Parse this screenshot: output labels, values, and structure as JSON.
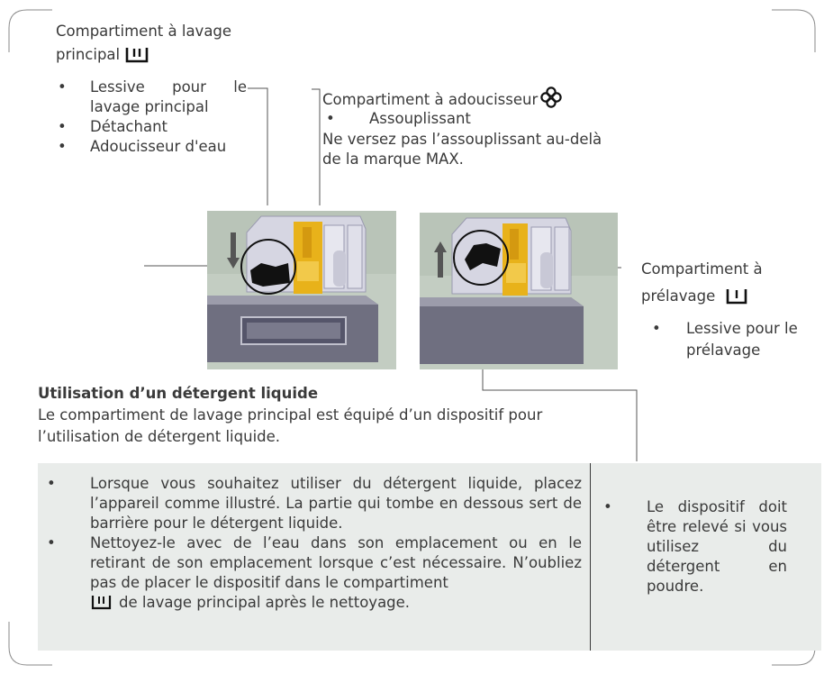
{
  "main_compartment": {
    "title": "Compartiment à lavage",
    "title2": "principal",
    "items": [
      "Lessive pour le lavage principal",
      "Détachant",
      "Adoucisseur d'eau"
    ],
    "icon": "main-wash-cup-icon"
  },
  "softener_compartment": {
    "title": "Compartiment à adoucisseur",
    "icon": "flower-softener-icon",
    "item": "Assouplissant",
    "note_line1": "Ne versez pas l’assouplissant  au-delà",
    "note_line2": "de la marque MAX."
  },
  "prewash_compartment": {
    "title": "Compartiment à",
    "title2": "prélavage",
    "icon": "prewash-cup-icon",
    "item_line1": "Lessive pour le",
    "item_line2": "prélavage"
  },
  "liquid_section": {
    "heading": "Utilisation d’un détergent liquide",
    "intro_line1": "Le compartiment de lavage principal est équipé d’un dispositif pour",
    "intro_line2": "l’utilisation de détergent liquide."
  },
  "table": {
    "left_bullets": [
      "Lorsque vous souhaitez utiliser du détergent liquide, placez l’appareil comme illustré. La partie qui tombe en dessous sert de barrière pour le détergent liquide.",
      "Nettoyez-le avec de l’eau dans son emplacement ou en le retirant de son emplacement lorsque c’est nécessaire. N’oubliez pas de placer le dispositif dans le compartiment"
    ],
    "left_tail": "de lavage principal après le nettoyage.",
    "right_bullet": "Le dispositif doit être relevé si vous utilisez du détergent en poudre."
  },
  "colors": {
    "text": "#3a3a3a",
    "table_bg": "#e9ecea",
    "drawer": "#6f6f80",
    "photo_bg": "#bcc8bc",
    "yellow": "#e8b21a"
  }
}
